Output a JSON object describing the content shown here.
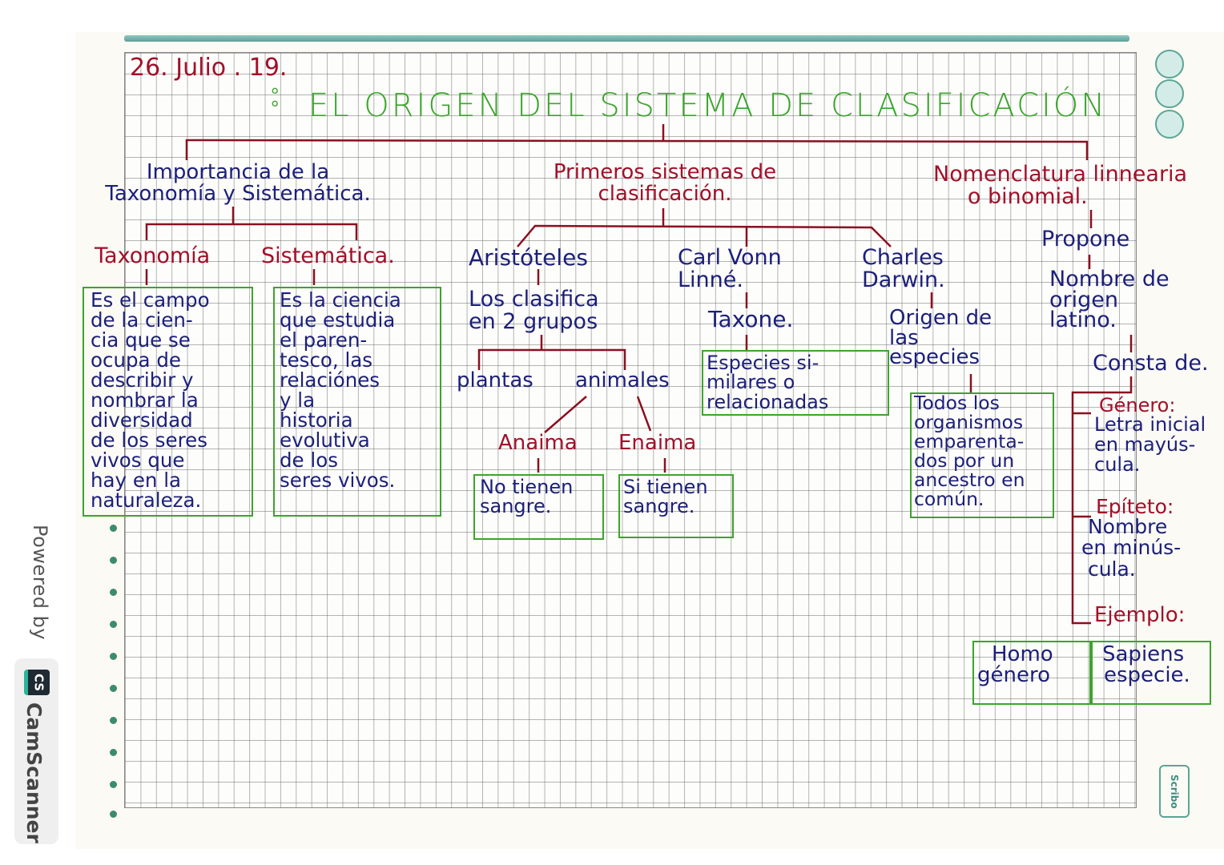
{
  "watermark": {
    "powered_by": "Powered by",
    "brand_logo": "CS",
    "brand_name": "CamScanner"
  },
  "notebook": {
    "brand_tag": "Scribo",
    "rings": 3,
    "margin_holes": 10
  },
  "colors": {
    "blue_ink": "#1c1f7a",
    "red_ink": "#a2102a",
    "green_ink": "#3aa52a",
    "teal_bar": "#5e9f98"
  },
  "header": {
    "date": "26. Julio . 19.",
    "title": "EL ORIGEN  DEL SISTEMA DE CLASIFICACIÓN"
  },
  "branches": {
    "importancia": {
      "label": "Importancia de la\nTaxonomía y Sistemática.",
      "children": {
        "taxonomia": {
          "label": "Taxonomía",
          "definition": "Es el campo\nde la cien-\ncia que se\nocupa de\ndescribir y\nnombrar la\ndiversidad\nde los seres\nvivos que\nhay en la\nnaturaleza."
        },
        "sistematica": {
          "label": "Sistemática.",
          "definition": "Es la ciencia\nque estudia\nel paren-\ntesco, las\nrelaciónes\ny la\n historia\nevolutiva\nde los\nseres vivos."
        }
      }
    },
    "primeros": {
      "label": "Primeros sistemas de\nclasificación.",
      "aristoteles": {
        "label": "Aristóteles",
        "desc": "Los clasifica\nen 2 grupos",
        "groups": [
          "plantas",
          "animales"
        ],
        "anaima": {
          "label": "Anaima",
          "box": "No tienen\n sangre."
        },
        "enaima": {
          "label": "Enaima",
          "box": "Si tienen\n sangre."
        }
      },
      "linne": {
        "label": "Carl Vonn\n       Linné.",
        "concept": "Taxone.",
        "box": "Especies si-\nmilares o\nrelacionadas"
      },
      "darwin": {
        "label": "Charles\n Darwin.",
        "concept": "Origen de\n     las\n  especies",
        "box": "Todos los\norganismos\nemparenta-\ndos por un\nancestro en\ncomún."
      }
    },
    "nomenclatura": {
      "label": "Nomenclatura linnearia\n     o binomial.",
      "propone": "Propone",
      "nombre": "Nombre de\n  origen\n    latino.",
      "consta": "Consta de.",
      "genero": {
        "label": "Género:",
        "desc": "Letra inicial\nen mayús-\ncula."
      },
      "epiteto": {
        "label": "Epíteto:",
        "desc": " Nombre\nen minús-\n cula."
      },
      "ejemplo": {
        "label": "Ejemplo:",
        "genus": "Homo",
        "genus_caption": "género",
        "species": "Sapiens",
        "species_caption": "especie."
      }
    }
  }
}
